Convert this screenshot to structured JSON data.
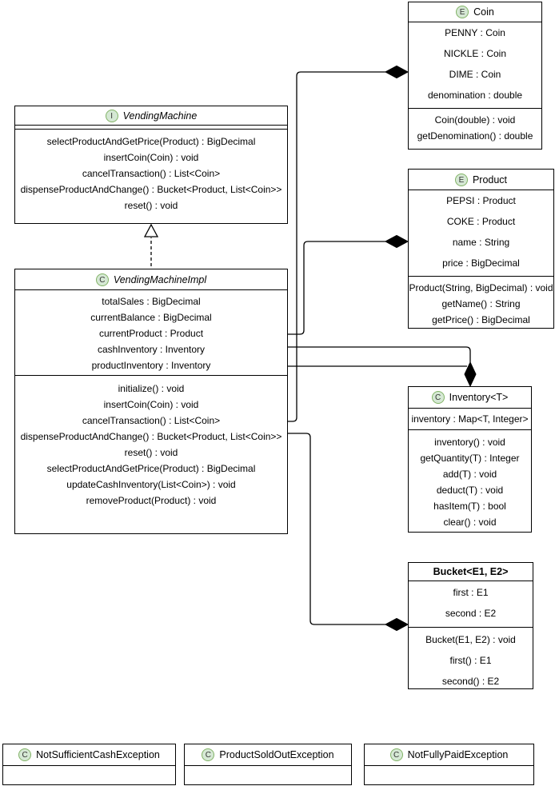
{
  "canvas": {
    "background": "#ffffff"
  },
  "colors": {
    "shape_fill": "#ffffff",
    "shape_border": "#000000",
    "badge_fill": "#d5e8d4",
    "badge_border": "#82b366",
    "edge_color": "#000000"
  },
  "classes": {
    "vending_machine": {
      "badge": "I",
      "title": "VendingMachine",
      "methods": [
        "selectProductAndGetPrice(Product) : BigDecimal",
        "insertCoin(Coin) : void",
        "cancelTransaction() : List<Coin>",
        "dispenseProductAndChange() : Bucket<Product, List<Coin>>",
        "reset() : void"
      ]
    },
    "vending_machine_impl": {
      "badge": "C",
      "title": "VendingMachineImpl",
      "fields": [
        "totalSales : BigDecimal",
        "currentBalance : BigDecimal",
        "currentProduct : Product",
        "cashInventory : Inventory",
        "productInventory : Inventory"
      ],
      "methods": [
        "initialize() : void",
        "insertCoin(Coin) : void",
        "cancelTransaction() : List<Coin>",
        "dispenseProductAndChange() : Bucket<Product, List<Coin>>",
        "reset() : void",
        "selectProductAndGetPrice(Product) : BigDecimal",
        "updateCashInventory(List<Coin>) : void",
        "removeProduct(Product) : void"
      ]
    },
    "coin": {
      "badge": "E",
      "title": "Coin",
      "fields": [
        "PENNY : Coin",
        "NICKLE : Coin",
        "DIME : Coin",
        "denomination : double"
      ],
      "methods": [
        "Coin(double) : void",
        "getDenomination() : double"
      ]
    },
    "product": {
      "badge": "E",
      "title": "Product",
      "fields": [
        "PEPSI : Product",
        "COKE : Product",
        "name : String",
        "price : BigDecimal"
      ],
      "methods": [
        "Product(String, BigDecimal) : void",
        "getName() : String",
        "getPrice() : BigDecimal"
      ]
    },
    "inventory": {
      "badge": "C",
      "title": "Inventory<T>",
      "fields": [
        "inventory : Map<T, Integer>"
      ],
      "methods": [
        "inventory() : void",
        "getQuantity(T) : Integer",
        "add(T) : void",
        "deduct(T) : void",
        "hasItem(T) : bool",
        "clear() : void"
      ]
    },
    "bucket": {
      "title": "Bucket<E1, E2>",
      "fields": [
        "first : E1",
        "second : E2"
      ],
      "methods": [
        "Bucket(E1, E2) : void",
        "first() : E1",
        "second() : E2"
      ]
    },
    "not_sufficient_cash_exception": {
      "badge": "C",
      "title": "NotSufficientCashException"
    },
    "product_sold_out_exception": {
      "badge": "C",
      "title": "ProductSoldOutException"
    },
    "not_fully_paid_exception": {
      "badge": "C",
      "title": "NotFullyPaidException"
    }
  },
  "relationships": [
    {
      "type": "realization",
      "from": "VendingMachineImpl",
      "to": "VendingMachine"
    },
    {
      "type": "composition",
      "from": "VendingMachineImpl",
      "to": "Coin"
    },
    {
      "type": "composition",
      "from": "VendingMachineImpl",
      "to": "Product"
    },
    {
      "type": "composition",
      "from": "VendingMachineImpl",
      "to": "Inventory<T>"
    },
    {
      "type": "composition",
      "from": "VendingMachineImpl",
      "to": "Inventory<T>"
    },
    {
      "type": "composition",
      "from": "VendingMachineImpl",
      "to": "Bucket<E1, E2>"
    }
  ]
}
